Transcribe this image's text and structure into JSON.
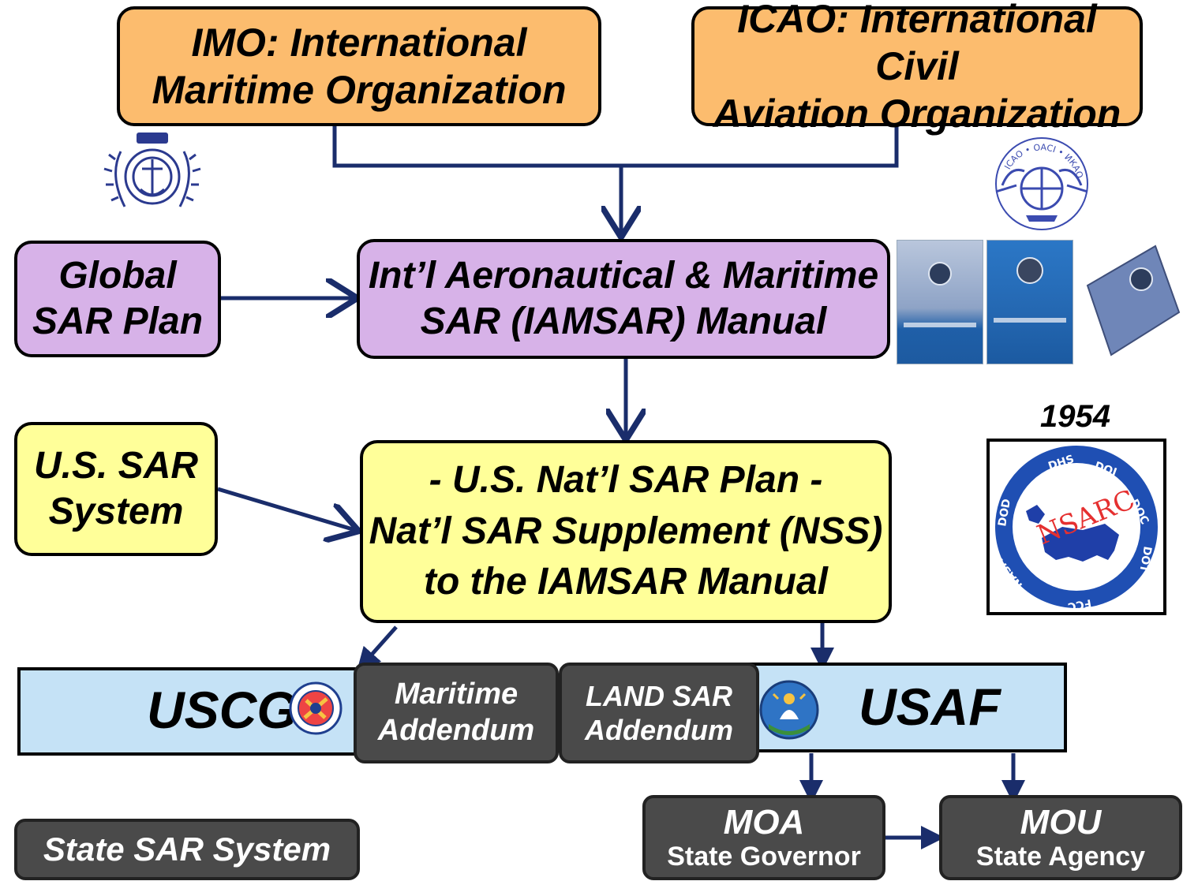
{
  "boxes": {
    "imo": [
      "IMO: International",
      "Maritime Organization"
    ],
    "icao": [
      "ICAO: International Civil",
      "Aviation Organization"
    ],
    "global_sar": [
      "Global",
      "SAR Plan"
    ],
    "iamsar": [
      "Int’l Aeronautical & Maritime",
      "SAR (IAMSAR) Manual"
    ],
    "us_sar": [
      "U.S. SAR",
      "System"
    ],
    "nss": [
      "- U.S. Nat’l SAR Plan -",
      "Nat’l SAR Supplement (NSS)",
      "to the IAMSAR Manual"
    ],
    "maritime_addendum": [
      "Maritime",
      "Addendum"
    ],
    "land_sar_addendum": [
      "LAND SAR",
      "Addendum"
    ],
    "state_sar": "State SAR System",
    "moa": {
      "title": "MOA",
      "subtitle": "State Governor"
    },
    "mou": {
      "title": "MOU",
      "subtitle": "State Agency"
    }
  },
  "bands": {
    "uscg": "USCG",
    "usaf": "USAF"
  },
  "nsarc": {
    "year": "1954",
    "name": "NSARC",
    "agencies": [
      "DHS",
      "DOI",
      "DOC",
      "DOT",
      "FCC",
      "NASA",
      "DOD"
    ]
  },
  "logos": {
    "icao_ring_text": "ICAO • OACI • ИКАО"
  },
  "colors": {
    "orange": "#fcbc6e",
    "purple": "#d7b2e8",
    "yellow": "#ffff99",
    "band_blue": "#c5e2f6",
    "dark": "#4a4a4a",
    "arrow": "#1a2d6b"
  }
}
